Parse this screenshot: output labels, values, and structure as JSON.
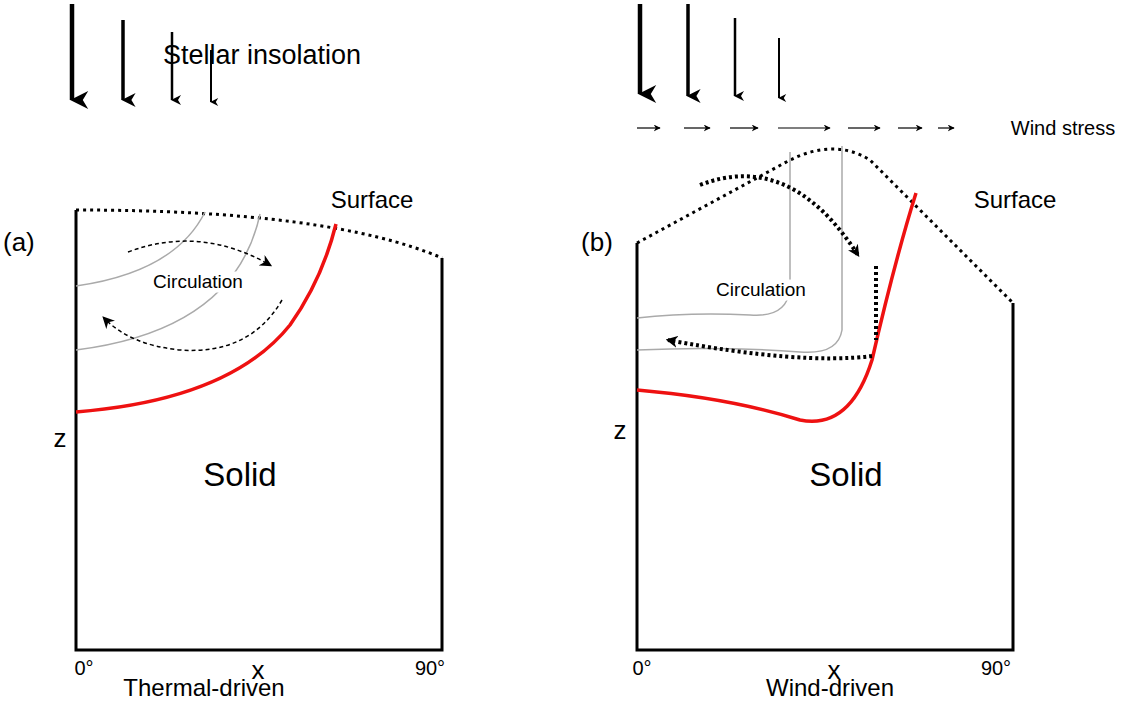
{
  "diagram": {
    "labels": [
      "Stellar insolation",
      "Wind stress",
      "(a)",
      "Surface",
      "(b)",
      "Surface",
      "Circulation",
      "Circulation",
      "z",
      "Solid",
      "z",
      "Solid",
      "0°",
      "x",
      "90°",
      "0°",
      "x",
      "90°",
      "Thermal-driven",
      "Wind-driven"
    ]
  }
}
